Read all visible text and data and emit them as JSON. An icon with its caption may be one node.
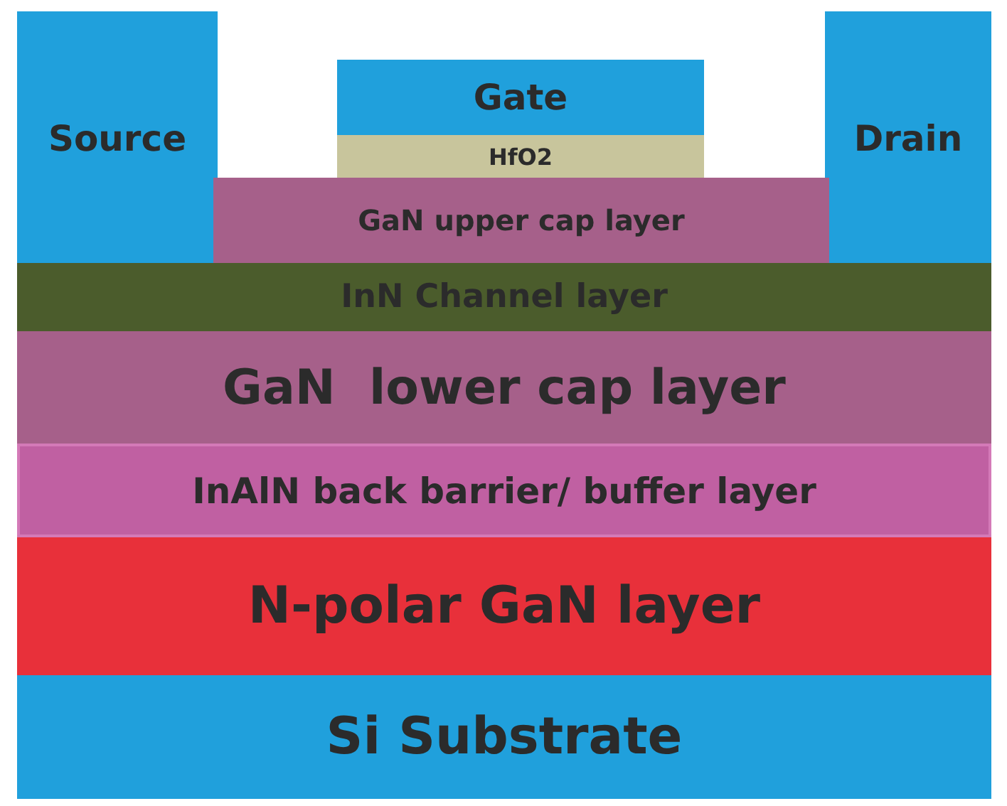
{
  "diagram": {
    "nodes": [
      {
        "text": [
          "Source"
        ]
      },
      {
        "text": [
          "Gate"
        ]
      },
      {
        "text": [
          "Drain"
        ]
      },
      {
        "text": [
          "HfO2"
        ]
      },
      {
        "text": [
          "GaN upper cap layer"
        ]
      },
      {
        "text": [
          "InN Channel layer"
        ]
      },
      {
        "text": [
          "GaN  lower cap layer"
        ]
      },
      {
        "text": [
          "InAlN back barrier/ buffer layer"
        ]
      },
      {
        "text": [
          "N-polar GaN layer"
        ]
      },
      {
        "text": [
          "Si Substrate"
        ]
      }
    ]
  }
}
